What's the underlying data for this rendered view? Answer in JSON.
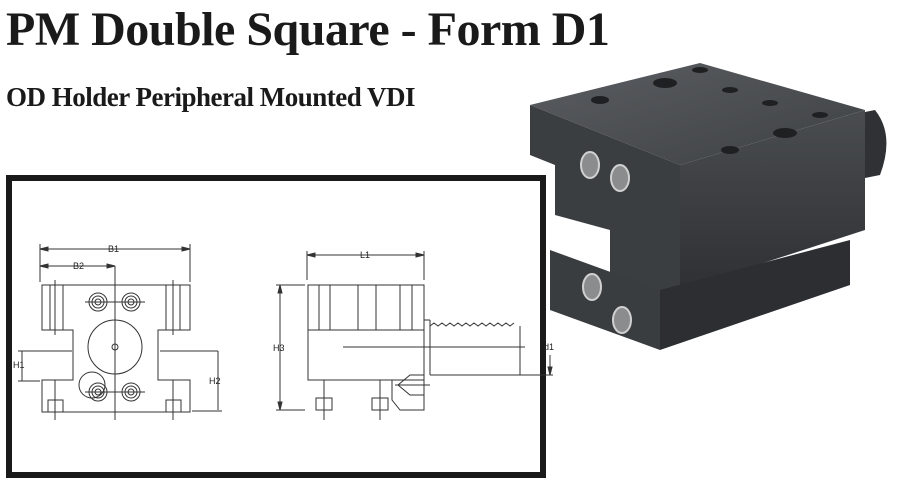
{
  "header": {
    "title": "PM Double Square - Form D1",
    "subtitle": "OD Holder Peripheral Mounted VDI"
  },
  "drawing": {
    "front_view_labels": {
      "b1": "B1",
      "b2": "B2",
      "h1": "H1",
      "h2": "H2"
    },
    "side_view_labels": {
      "l1": "L1",
      "h3": "H3",
      "d1": "d1"
    }
  },
  "product_image": {
    "description": "3D render of dark grey double square VDI tool holder",
    "body_color": "#4a4d50"
  },
  "colors": {
    "text": "#1a1a1a",
    "frame": "#1a1a1a",
    "line": "#333333"
  }
}
